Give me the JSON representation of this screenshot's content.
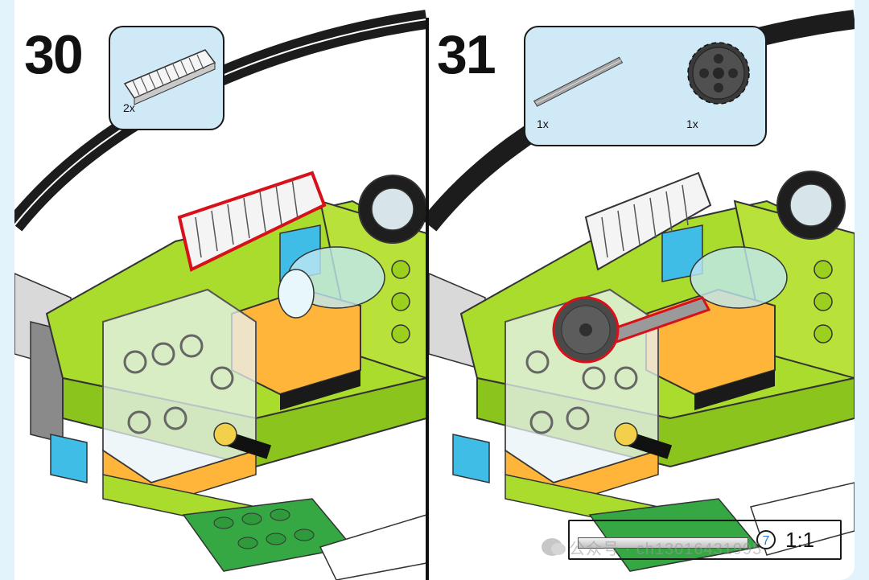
{
  "steps": [
    {
      "number": "30",
      "parts": [
        {
          "icon": "gear-rack-icon",
          "qty": "2x"
        }
      ]
    },
    {
      "number": "31",
      "parts": [
        {
          "icon": "axle-icon",
          "qty": "1x"
        },
        {
          "icon": "gear-24-tooth-icon",
          "qty": "1x"
        }
      ]
    }
  ],
  "watermark": "公众号 · ch13016431995",
  "scale": {
    "length": "7",
    "ratio": "1:1"
  }
}
